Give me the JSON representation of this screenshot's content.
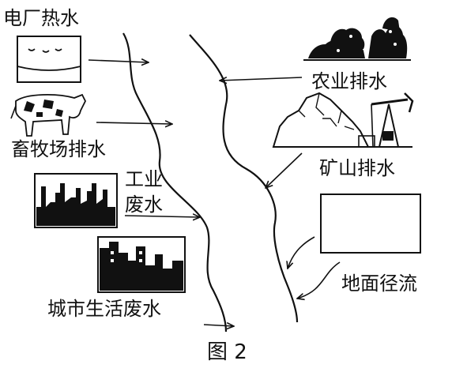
{
  "labels": {
    "power_plant": "电厂热水",
    "livestock": "畜牧场排水",
    "industrial_line1": "工业",
    "industrial_line2": "废水",
    "urban": "城市生活废水",
    "agriculture": "农业排水",
    "mining": "矿山排水",
    "runoff": "地面径流"
  },
  "caption": "图 2",
  "colors": {
    "ink": "#111111",
    "background": "#ffffff"
  }
}
